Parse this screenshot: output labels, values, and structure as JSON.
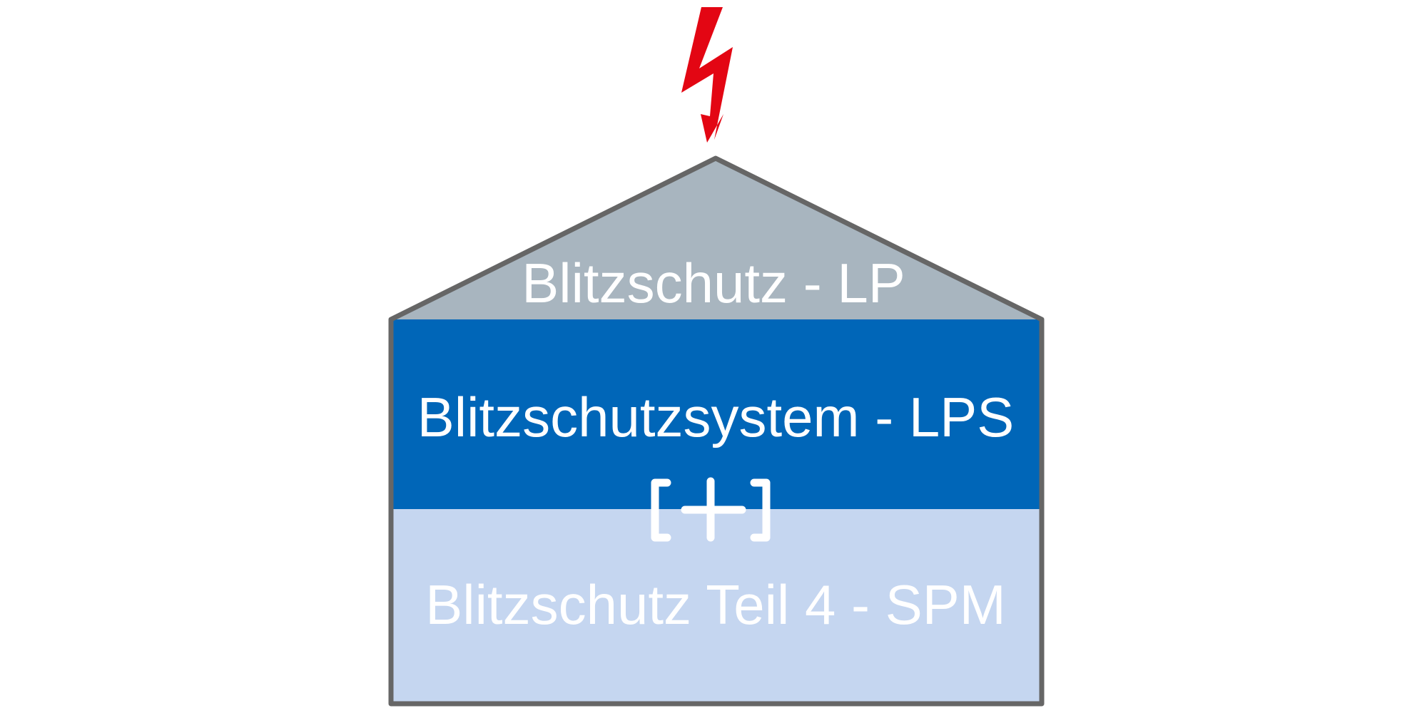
{
  "diagram": {
    "roof_label": "Blitzschutz - LP",
    "middle_label": "Blitzschutzsystem - LPS",
    "bottom_label": "Blitzschutz Teil 4 - SPM",
    "combine_symbol": "[+]",
    "lightning_icon": "lightning-bolt-icon",
    "colors": {
      "roof": "#a8b5bf",
      "middle": "#0066b8",
      "bottom": "#c5d6f0",
      "outline": "#666666",
      "lightning": "#e30613",
      "text": "#ffffff"
    }
  }
}
